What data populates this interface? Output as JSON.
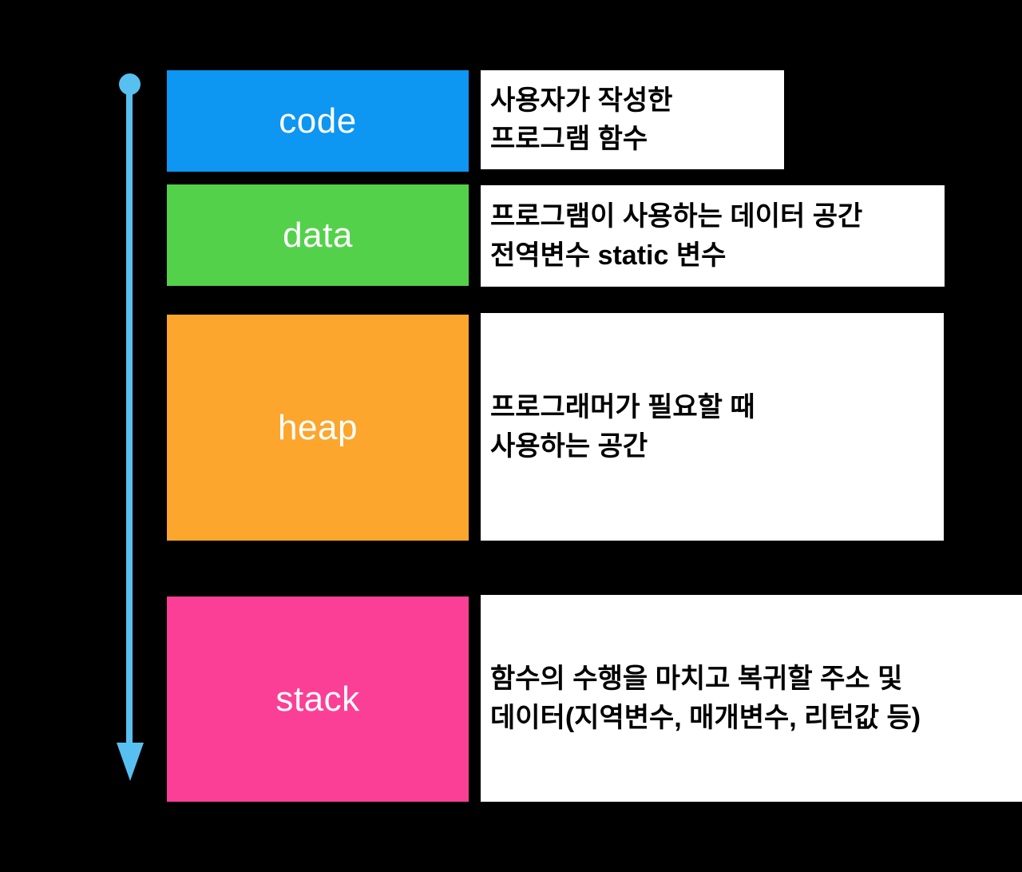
{
  "diagram": {
    "title": "Process memory layout (code / data / heap / stack)",
    "background_color": "#000000",
    "arrow": {
      "name": "memory-address-direction-arrow",
      "color": "#58c0f0",
      "direction": "downward",
      "start_marker": "circle",
      "end_marker": "triangle-arrowhead"
    },
    "segments": [
      {
        "key": "code",
        "label": "code",
        "color": "#0d96f2",
        "label_color": "#ffffff",
        "description_lines": [
          "사용자가 작성한",
          "프로그램 함수"
        ]
      },
      {
        "key": "data",
        "label": "data",
        "color": "#54d14b",
        "label_color": "#ffffff",
        "description_lines": [
          "프로그램이 사용하는 데이터 공간",
          "전역변수 static 변수"
        ],
        "description_bold_terms": [
          "static"
        ]
      },
      {
        "key": "heap",
        "label": "heap",
        "color": "#fca62e",
        "label_color": "#ffffff",
        "description_lines": [
          "프로그래머가 필요할 때",
          "사용하는 공간"
        ]
      },
      {
        "key": "stack",
        "label": "stack",
        "color": "#fc3f96",
        "label_color": "#ffffff",
        "description_lines": [
          "함수의 수행을 마치고 복귀할 주소 및",
          "데이터(지역변수, 매개변수, 리턴값 등)"
        ]
      }
    ]
  }
}
